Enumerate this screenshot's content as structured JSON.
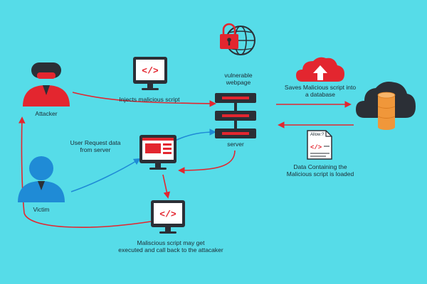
{
  "labels": {
    "attacker": "Attacker",
    "victim": "Victim",
    "injects": "Injects malicious script",
    "vulnerable_line1": "vulnerable",
    "vulnerable_line2": "webpage",
    "server": "server",
    "saves_line1": "Saves Malicious script into",
    "saves_line2": "a database",
    "user_request_line1": "User Request data",
    "user_request_line2": "from server",
    "data_containing_line1": "Data Containing the",
    "data_containing_line2": "Malicious script is loaded",
    "allow_tag": "Allow:?",
    "executed_line1": "Maliscious script may get",
    "executed_line2": "executed and call back to the attacaker"
  },
  "icons": {
    "attacker": "attacker-person-icon",
    "victim": "victim-person-icon",
    "injects_monitor": "code-monitor-icon",
    "webpage": "lock-globe-icon",
    "server": "server-rack-icon",
    "cloud_upload": "cloud-upload-icon",
    "database": "cloud-database-icon",
    "document": "code-document-icon",
    "victim_monitor": "webpage-monitor-icon",
    "execute_monitor": "code-monitor-icon"
  },
  "colors": {
    "background": "#56dce8",
    "attack_red": "#e3262f",
    "victim_blue": "#1f8bd6",
    "dark": "#2b2f36",
    "database_orange": "#f0973a"
  }
}
